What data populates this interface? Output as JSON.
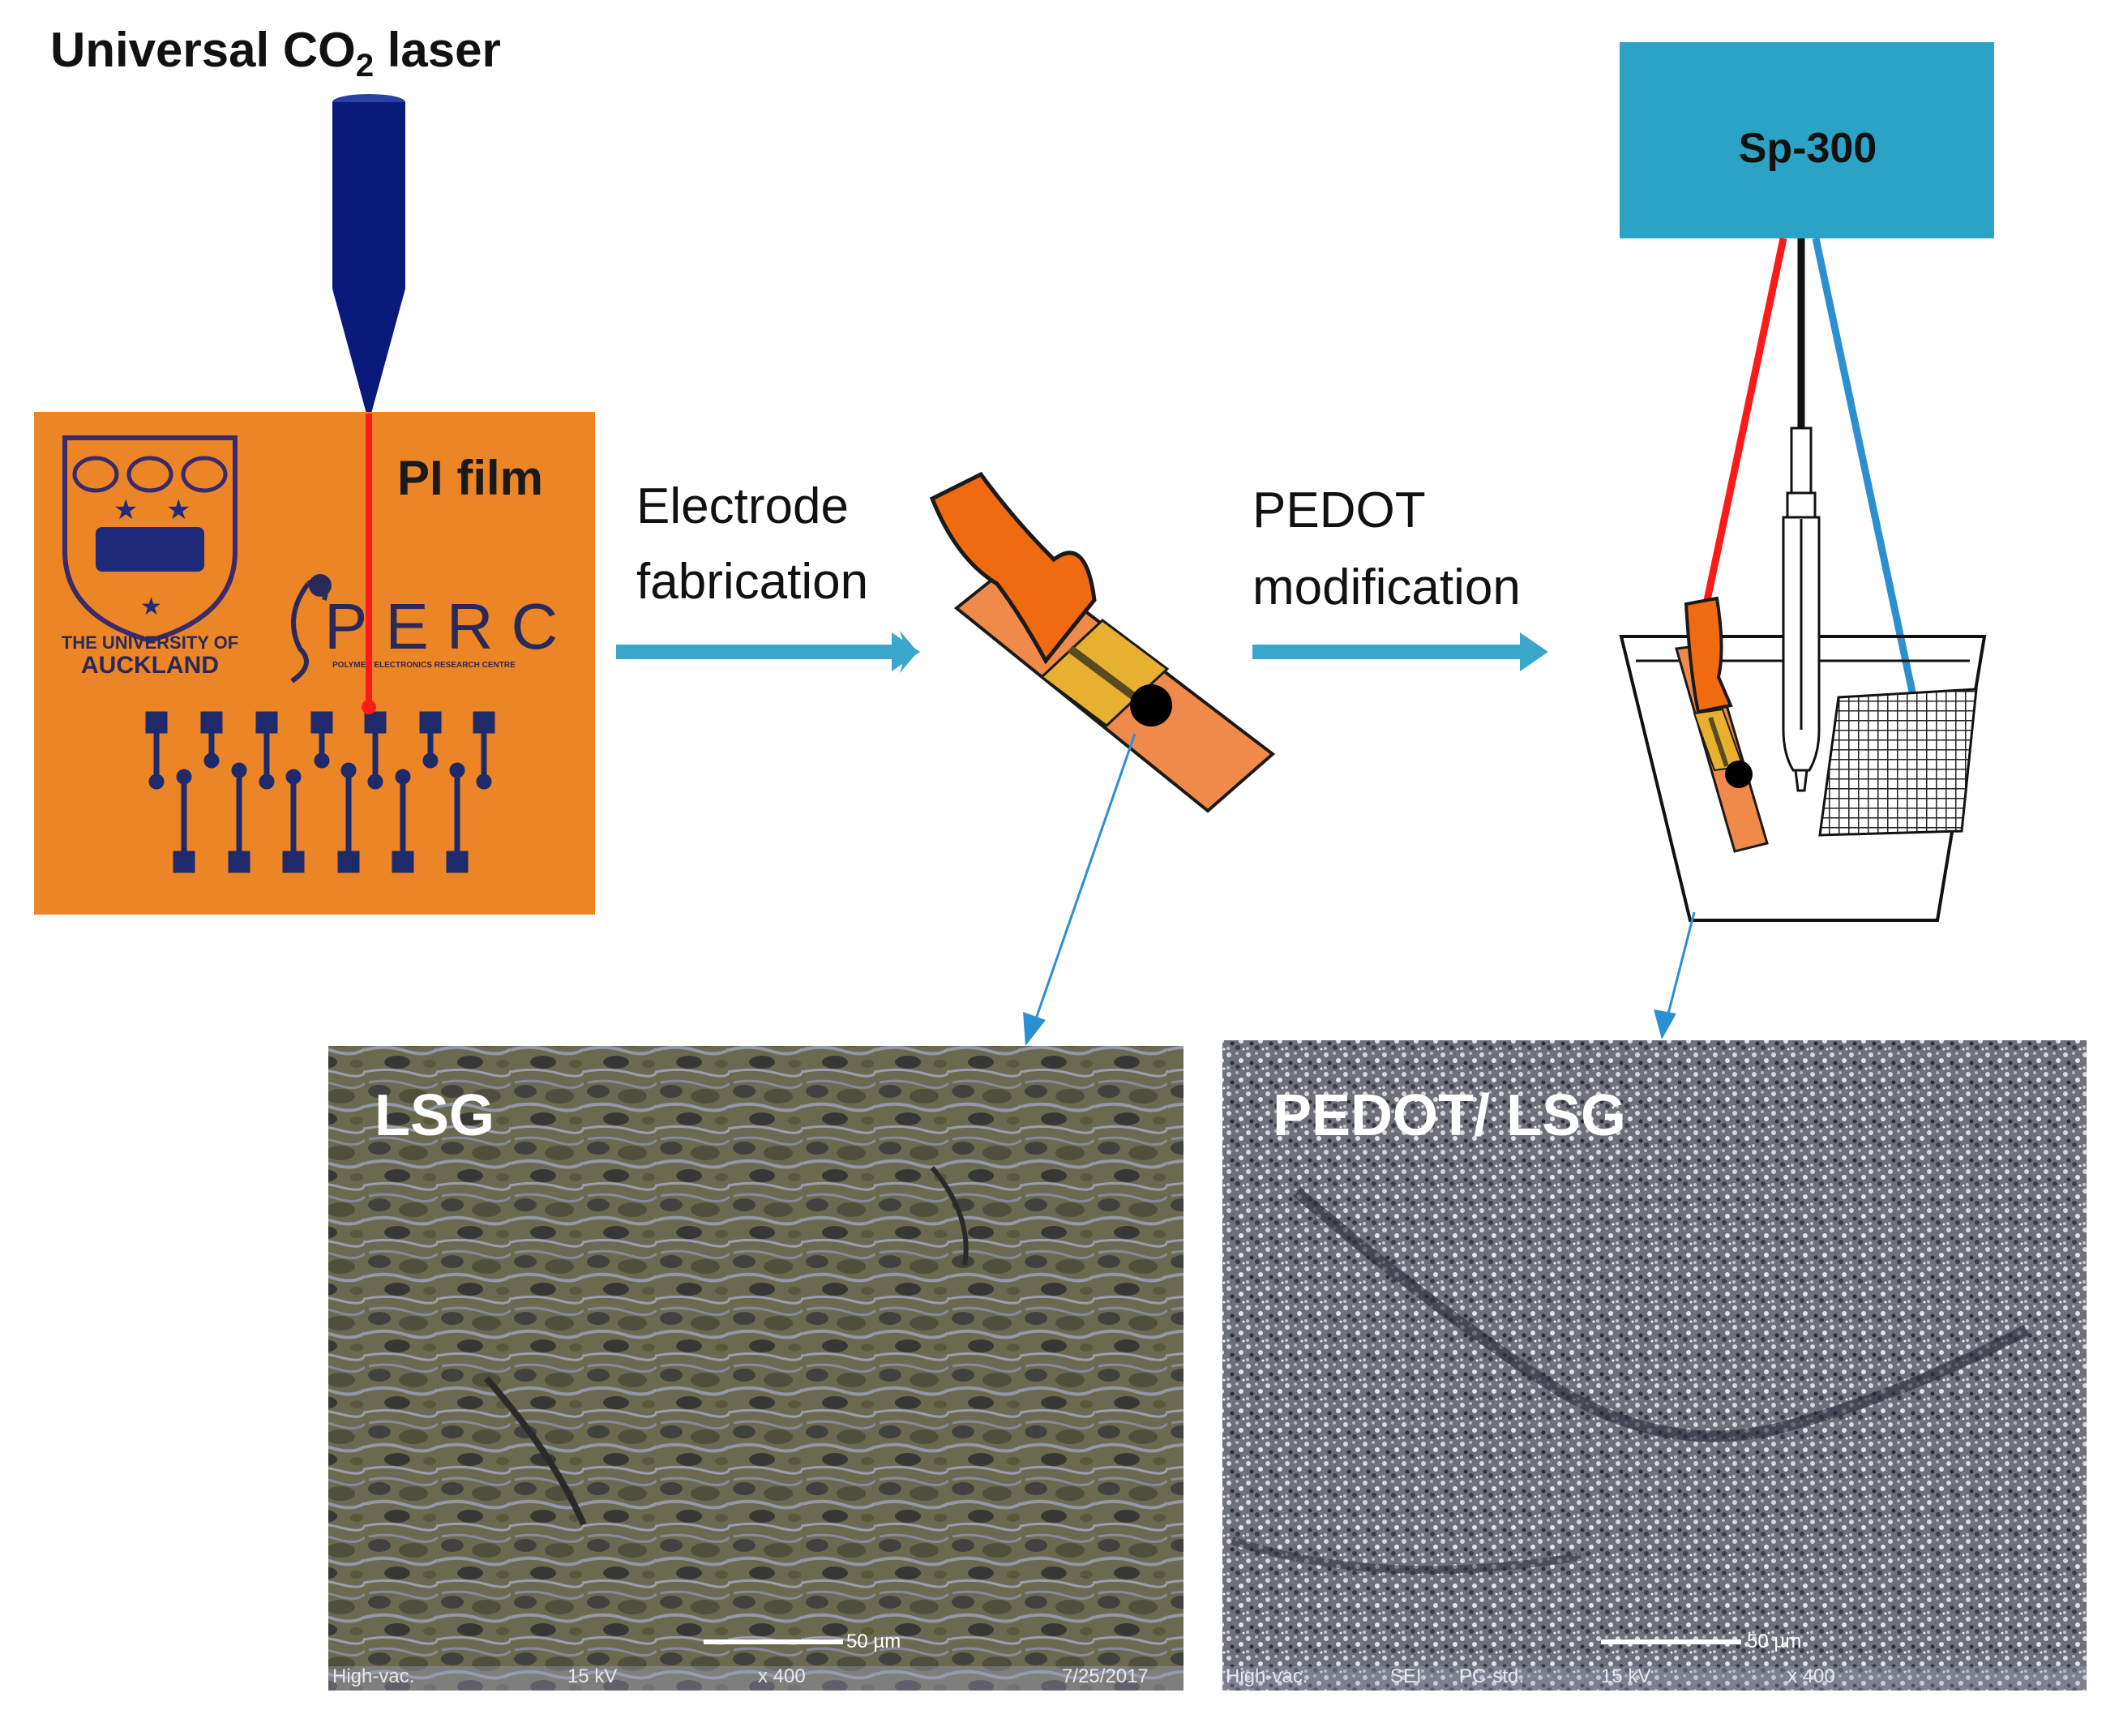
{
  "laser": {
    "label_main": "Universal CO",
    "label_sub": "2",
    "label_tail": " laser"
  },
  "film": {
    "label": "PI film",
    "logo_text_1": "THE UNIVERSITY OF",
    "logo_text_2": "AUCKLAND",
    "perc_text": "PERC",
    "perc_sub": "POLYMER ELECTRONICS RESEARCH CENTRE"
  },
  "steps": [
    {
      "line1": "Electrode",
      "line2": "fabrication"
    },
    {
      "line1": "PEDOT",
      "line2": "modification"
    }
  ],
  "instrument": {
    "label": "Sp-300"
  },
  "sem": [
    {
      "label": "LSG",
      "scale": "50 µm",
      "footer": [
        "High-vac.",
        "15 kV",
        "x 400",
        "7/25/2017"
      ]
    },
    {
      "label": "PEDOT/ LSG",
      "scale": "50 µm",
      "footer": [
        "High-vac.",
        "SEI",
        "PC-std.",
        "15 kV",
        "x 400"
      ]
    }
  ],
  "colors": {
    "laser_blue": "#0a1a7a",
    "beam_red": "#ff1a1a",
    "film_orange": "#f08a2a",
    "arrow_blue": "#3aa6c9",
    "instrument_teal": "#2aa3c4",
    "wire_red": "#ff1a1a",
    "wire_black": "#111111",
    "wire_blue": "#2b8fd1"
  }
}
